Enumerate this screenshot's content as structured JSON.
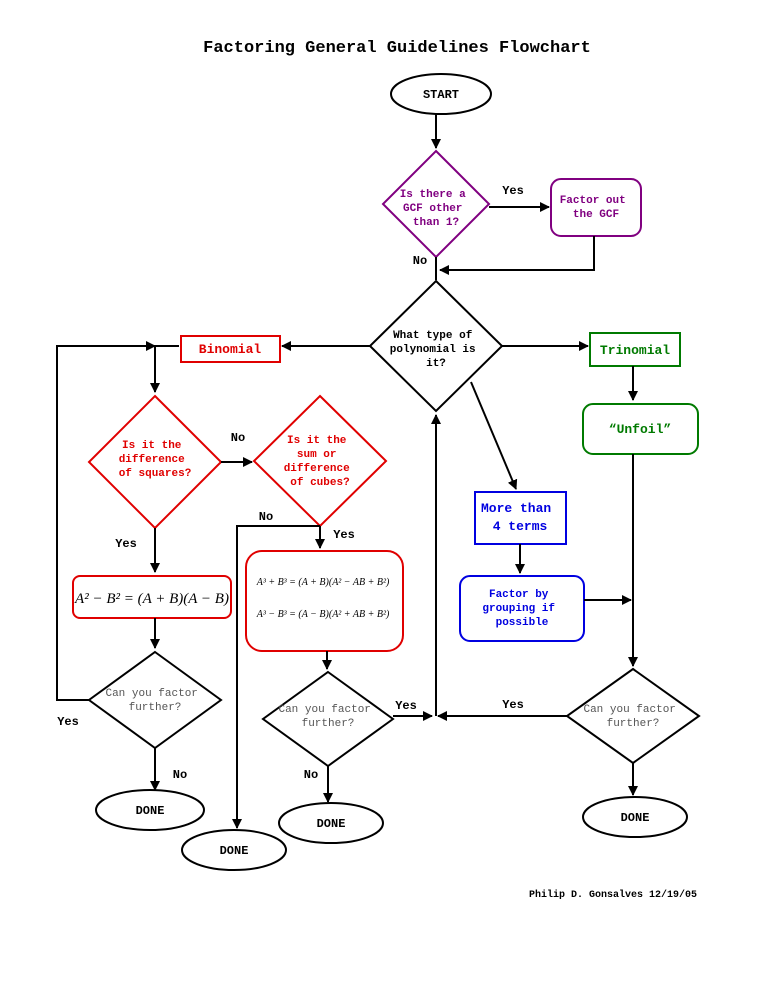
{
  "title": "Factoring General Guidelines Flowchart",
  "author": "Philip D. Gonsalves 12/19/05",
  "colors": {
    "black": "#000000",
    "purple": "#800080",
    "red": "#e00000",
    "green": "#007a00",
    "blue": "#0000e0",
    "gray": "#555555"
  },
  "nodes": {
    "start": "START",
    "gcf_q": [
      "Is there a",
      "GCF other",
      "than 1?"
    ],
    "gcf_action": [
      "Factor out",
      "the GCF"
    ],
    "type_q": [
      "What type of",
      "polynomial is",
      "it?"
    ],
    "binomial": "Binomial",
    "trinomial": "Trinomial",
    "unfoil": "“Unfoil”",
    "more_terms": [
      "More than",
      "4 terms"
    ],
    "grouping": [
      "Factor by",
      "grouping if",
      "possible"
    ],
    "diff_squares_q": [
      "Is it the",
      "difference",
      "of squares?"
    ],
    "cubes_q": [
      "Is it the",
      "sum or",
      "difference",
      "of cubes?"
    ],
    "diff_squares_formula": "A² − B² = (A + B)(A − B)",
    "cubes_formula_sum": "A³ + B³ = (A + B)(A² − AB + B²)",
    "cubes_formula_diff": "A³ − B³ = (A − B)(A² + AB + B²)",
    "further_q": [
      "Can you factor",
      "further?"
    ],
    "done": "DONE"
  },
  "labels": {
    "yes": "Yes",
    "no": "No"
  }
}
